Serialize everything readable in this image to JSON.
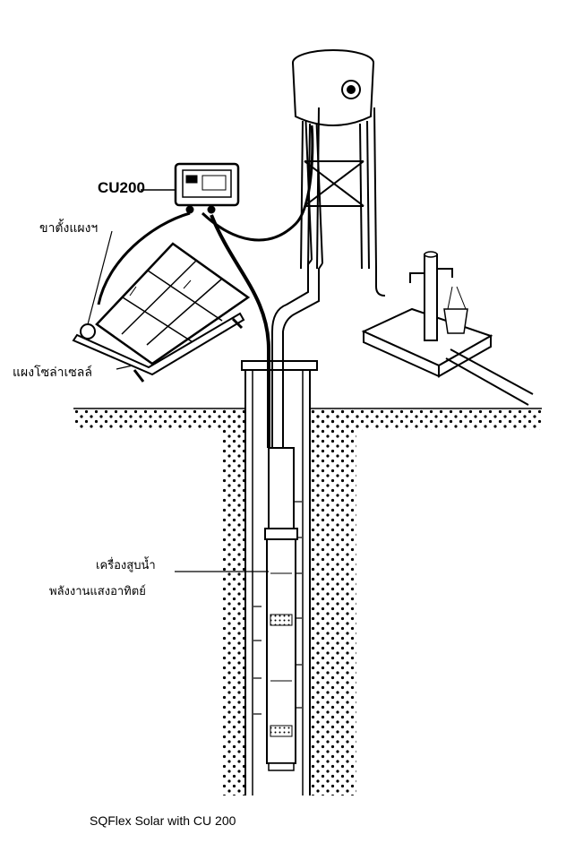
{
  "labels": {
    "controller": "CU200",
    "panel_stand": "ขาตั้งแผงฯ",
    "solar_panel": "แผงโซล่าเซลล์",
    "pump_line1": "เครื่องสูบน้ำ",
    "pump_line2": "พลังงานแสงอาทิตย์"
  },
  "caption": "SQFlex Solar with CU 200"
}
